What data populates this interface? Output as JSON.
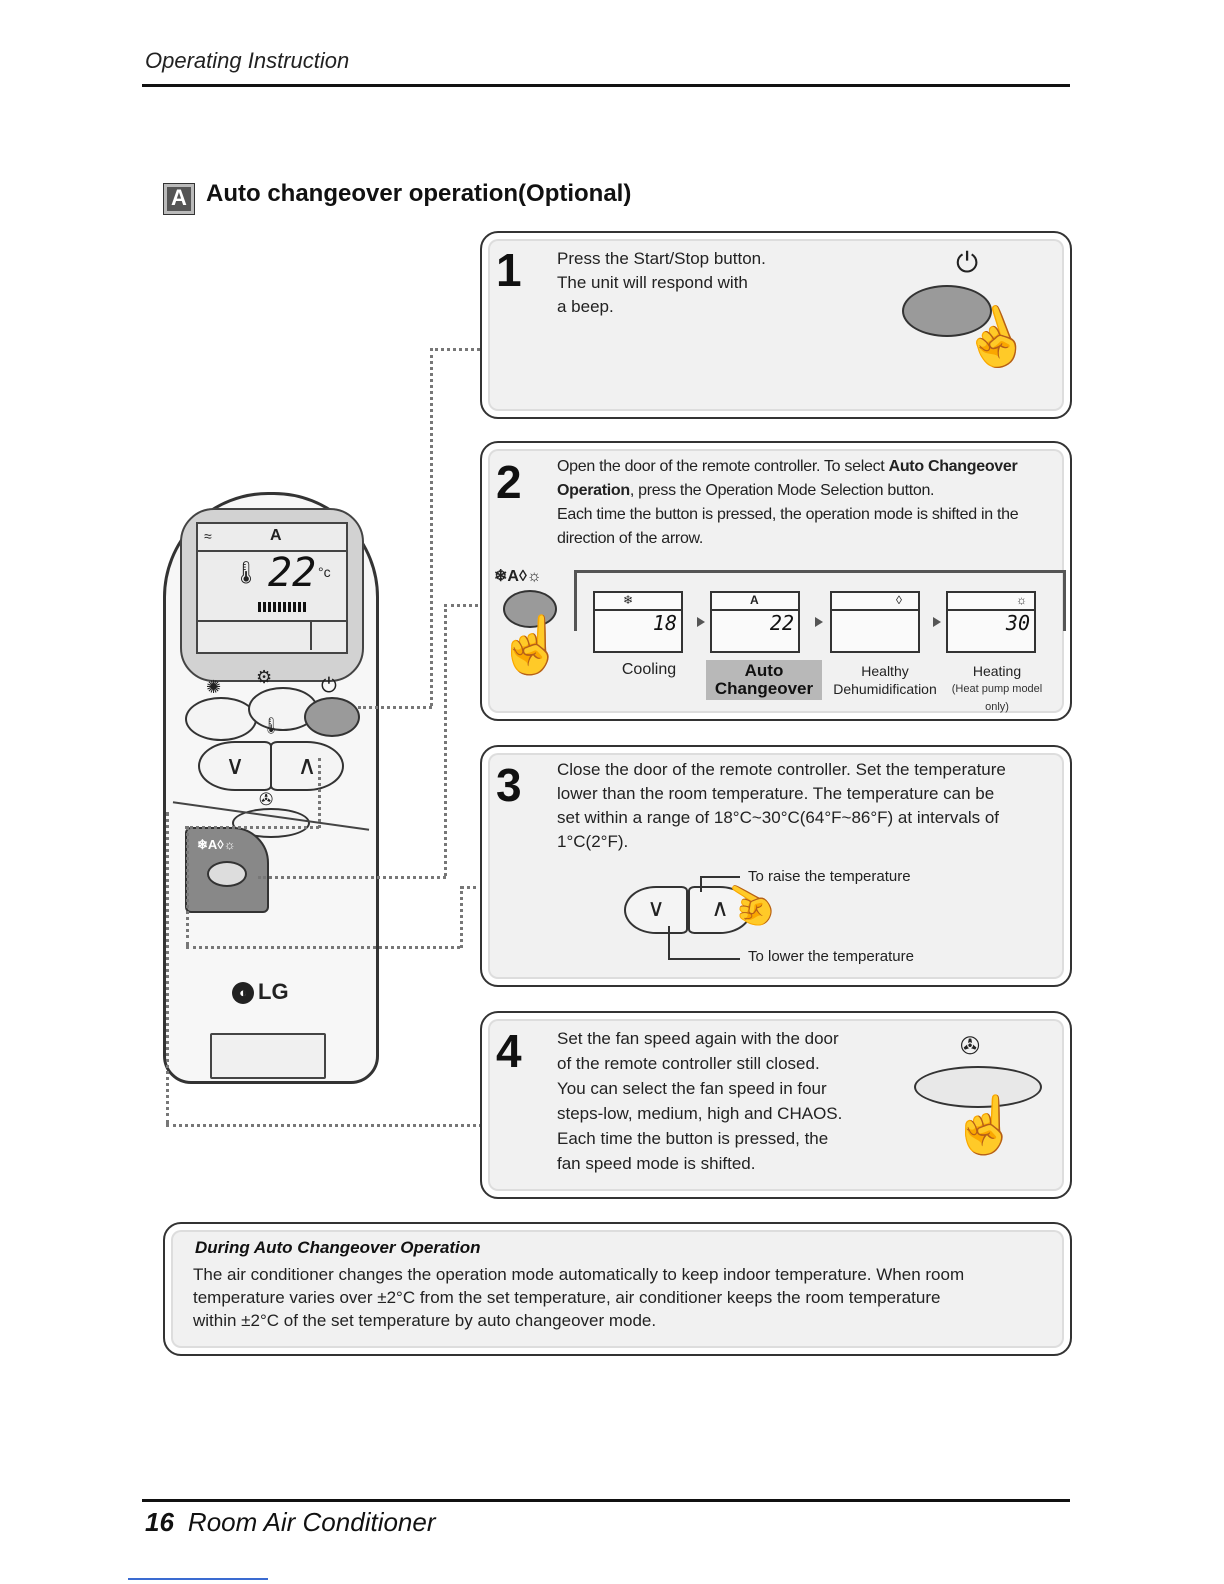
{
  "header": {
    "section": "Operating Instruction"
  },
  "footer": {
    "page_number": "16",
    "title": "Room Air Conditioner"
  },
  "section": {
    "icon": "auto-mode-icon",
    "icon_glyph": "A",
    "title": "Auto changeover operation(Optional)"
  },
  "remote": {
    "lcd_temp": "22",
    "lcd_unit": "°c",
    "mode_icons": "❄A◊☼",
    "brand": "LG"
  },
  "steps": [
    {
      "number": "1",
      "lines": [
        "Press the Start/Stop button.",
        "The unit will respond with",
        "a beep."
      ]
    },
    {
      "number": "2",
      "text_pre": "Open the door of the remote controller. To select ",
      "text_bold1": "Auto Changeover",
      "text_bold2": "Operation",
      "text_post": ", press the Operation Mode Selection button.",
      "text_line3": "Each time the button is pressed, the operation mode is shifted in the",
      "text_line4": "direction of the arrow.",
      "mode_icons": "❄A◊☼",
      "modes": [
        {
          "label": "Cooling",
          "temp": "18",
          "icon": "❄"
        },
        {
          "label": "Auto Changeover",
          "label_l1": "Auto",
          "label_l2": "Changeover",
          "temp": "22",
          "icon": "A",
          "highlight": true
        },
        {
          "label": "Healthy Dehumidification",
          "label_l1": "Healthy",
          "label_l2": "Dehumidification",
          "temp": "",
          "icon": "◊"
        },
        {
          "label": "Heating",
          "label_l1": "Heating",
          "label_l2": "(Heat pump model only)",
          "temp": "30",
          "icon": "☼"
        }
      ]
    },
    {
      "number": "3",
      "lines": [
        "Close the door of the remote controller. Set the temperature",
        "lower than the room temperature. The temperature can be",
        "set within a range of 18°C~30°C(64°F~86°F) at intervals of",
        "1°C(2°F)."
      ],
      "callout_raise": "To raise the temperature",
      "callout_lower": "To lower the temperature"
    },
    {
      "number": "4",
      "lines": [
        "Set the fan speed again with the door",
        "of the remote controller still closed.",
        "You can select the fan speed in four",
        "steps-low, medium, high and CHAOS.",
        "Each time the button is pressed, the",
        "fan speed mode is shifted."
      ]
    }
  ],
  "note": {
    "title": "During Auto Changeover Operation",
    "lines": [
      "The air conditioner changes the operation mode automatically to keep indoor temperature. When room",
      "temperature varies over ±2°C from the set temperature, air conditioner keeps the room temperature",
      "within ±2°C of the set temperature by auto changeover mode."
    ]
  },
  "colors": {
    "box_fill": "#f1f1f1",
    "highlight": "#b8b8b8",
    "rule": "#111111"
  }
}
